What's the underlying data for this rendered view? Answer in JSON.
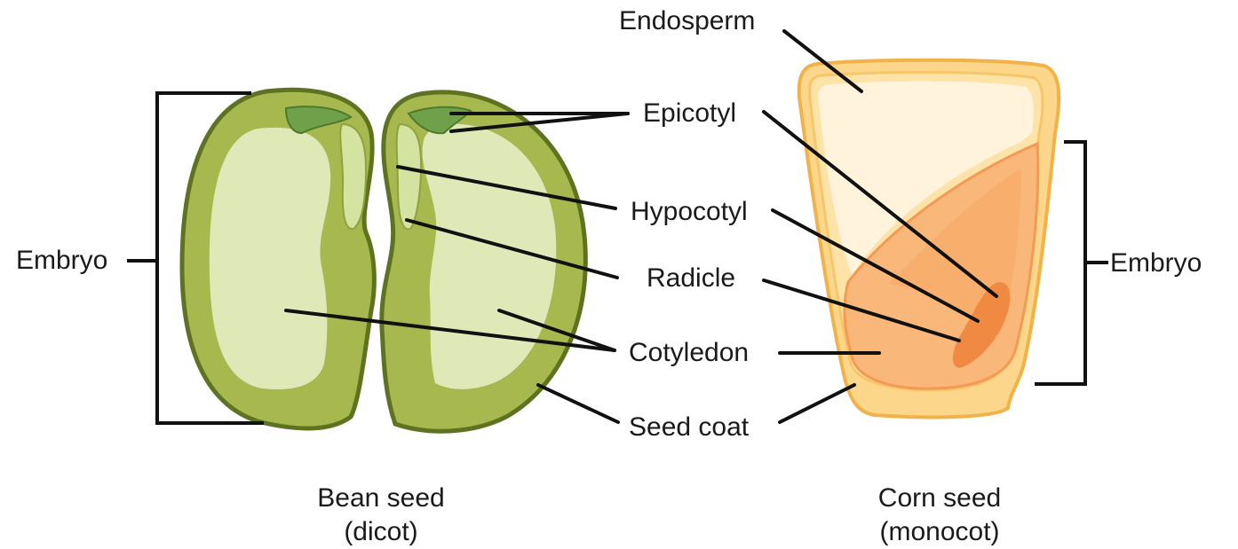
{
  "labels": {
    "embryo_left": "Embryo",
    "embryo_right": "Embryo",
    "endosperm": "Endosperm",
    "epicotyl": "Epicotyl",
    "hypocotyl": "Hypocotyl",
    "radicle": "Radicle",
    "cotyledon": "Cotyledon",
    "seed_coat": "Seed coat"
  },
  "captions": {
    "bean_line1": "Bean seed",
    "bean_line2": "(dicot)",
    "corn_line1": "Corn seed",
    "corn_line2": "(monocot)"
  },
  "colors": {
    "bean_coat": "#a7b84e",
    "bean_coat_stroke": "#5e7322",
    "bean_inner": "#dfe9b8",
    "bean_embryo": "#b9c766",
    "corn_hull": "#fcd68a",
    "corn_endosperm": "#fff3dc",
    "corn_embryo": "#f9b77a",
    "corn_embryo_dark": "#f39a55",
    "leader": "#111111"
  }
}
